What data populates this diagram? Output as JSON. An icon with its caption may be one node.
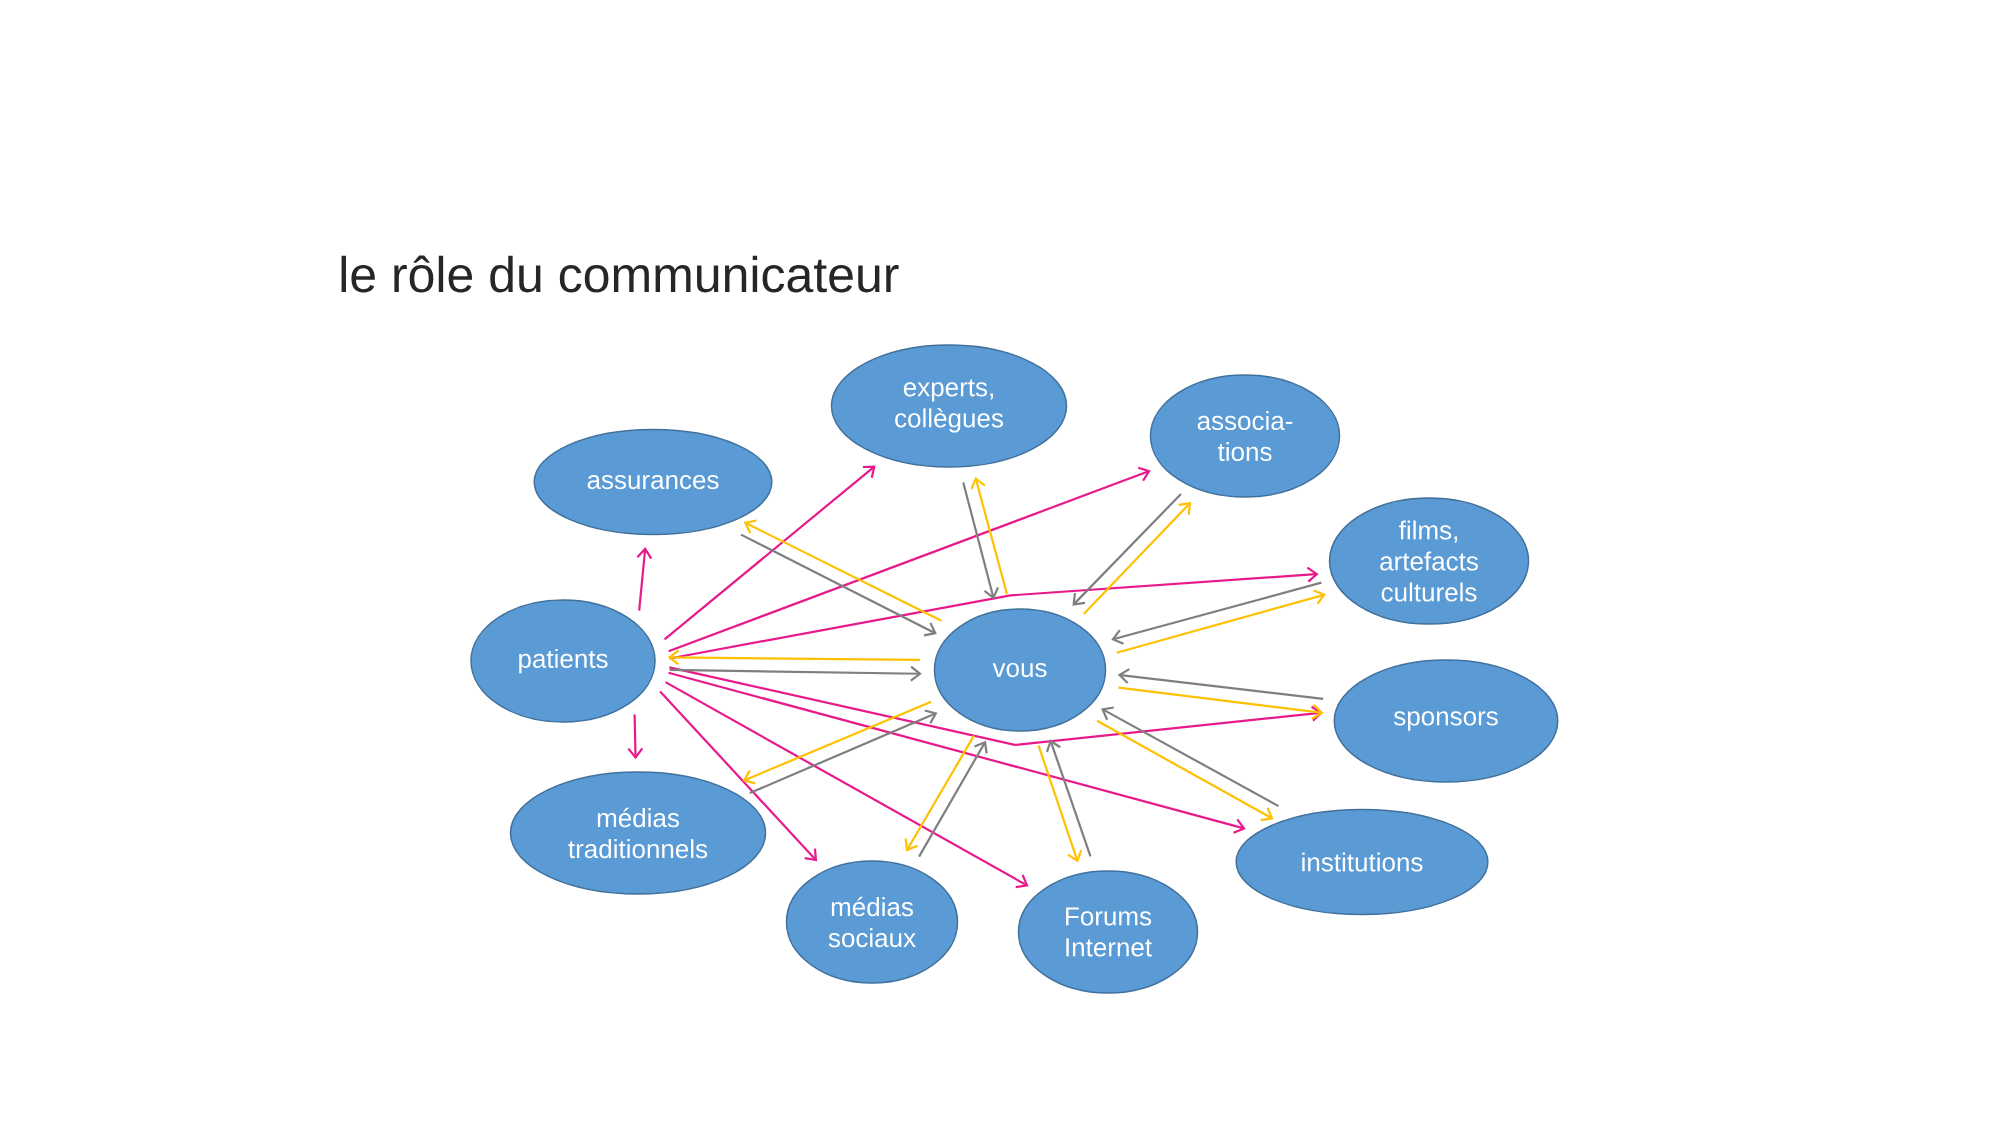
{
  "diagram": {
    "title": "le rôle du communicateur",
    "nodes": [
      {
        "text": [
          "experts, collègues"
        ]
      },
      {
        "text": [
          "associa- tions"
        ]
      },
      {
        "text": [
          "assurances"
        ]
      },
      {
        "text": [
          "films, artefacts culturels"
        ]
      },
      {
        "text": [
          "patients"
        ]
      },
      {
        "text": [
          "vous"
        ]
      },
      {
        "text": [
          "sponsors"
        ]
      },
      {
        "text": [
          "médias traditionnels"
        ]
      },
      {
        "text": [
          "institutions"
        ]
      },
      {
        "text": [
          "médias sociaux"
        ]
      },
      {
        "text": [
          "Forums Internet"
        ]
      }
    ],
    "edges": [
      {
        "from": 4,
        "to": 2,
        "arrow": "to",
        "color": "#e8198b"
      },
      {
        "from": 4,
        "to": 0,
        "arrow": "to",
        "color": "#e8198b"
      },
      {
        "from": 4,
        "to": 1,
        "arrow": "to",
        "color": "#e8198b"
      },
      {
        "from": 4,
        "to": 3,
        "arrow": "to",
        "color": "#e8198b"
      },
      {
        "from": 4,
        "to": 6,
        "arrow": "to",
        "color": "#e8198b"
      },
      {
        "from": 4,
        "to": 8,
        "arrow": "to",
        "color": "#e8198b"
      },
      {
        "from": 4,
        "to": 10,
        "arrow": "to",
        "color": "#e8198b"
      },
      {
        "from": 4,
        "to": 9,
        "arrow": "to",
        "color": "#e8198b"
      },
      {
        "from": 4,
        "to": 7,
        "arrow": "to",
        "color": "#e8198b"
      },
      {
        "from": 4,
        "to": 5,
        "arrow": "to",
        "color": "#7f7f7f"
      },
      {
        "from": 5,
        "to": 4,
        "arrow": "to",
        "color": "#ffc000"
      },
      {
        "from": 2,
        "to": 5,
        "arrow": "to",
        "color": "#7f7f7f"
      },
      {
        "from": 5,
        "to": 2,
        "arrow": "to",
        "color": "#ffc000"
      },
      {
        "from": 0,
        "to": 5,
        "arrow": "to",
        "color": "#7f7f7f"
      },
      {
        "from": 5,
        "to": 0,
        "arrow": "to",
        "color": "#ffc000"
      },
      {
        "from": 1,
        "to": 5,
        "arrow": "to",
        "color": "#7f7f7f"
      },
      {
        "from": 5,
        "to": 1,
        "arrow": "to",
        "color": "#ffc000"
      },
      {
        "from": 3,
        "to": 5,
        "arrow": "to",
        "color": "#7f7f7f"
      },
      {
        "from": 5,
        "to": 3,
        "arrow": "to",
        "color": "#ffc000"
      },
      {
        "from": 6,
        "to": 5,
        "arrow": "to",
        "color": "#7f7f7f"
      },
      {
        "from": 5,
        "to": 6,
        "arrow": "to",
        "color": "#ffc000"
      },
      {
        "from": 8,
        "to": 5,
        "arrow": "to",
        "color": "#7f7f7f"
      },
      {
        "from": 5,
        "to": 8,
        "arrow": "to",
        "color": "#ffc000"
      },
      {
        "from": 10,
        "to": 5,
        "arrow": "to",
        "color": "#7f7f7f"
      },
      {
        "from": 5,
        "to": 10,
        "arrow": "to",
        "color": "#ffc000"
      },
      {
        "from": 9,
        "to": 5,
        "arrow": "to",
        "color": "#7f7f7f"
      },
      {
        "from": 5,
        "to": 9,
        "arrow": "to",
        "color": "#ffc000"
      },
      {
        "from": 7,
        "to": 5,
        "arrow": "to",
        "color": "#7f7f7f"
      },
      {
        "from": 5,
        "to": 7,
        "arrow": "to",
        "color": "#ffc000"
      }
    ]
  }
}
